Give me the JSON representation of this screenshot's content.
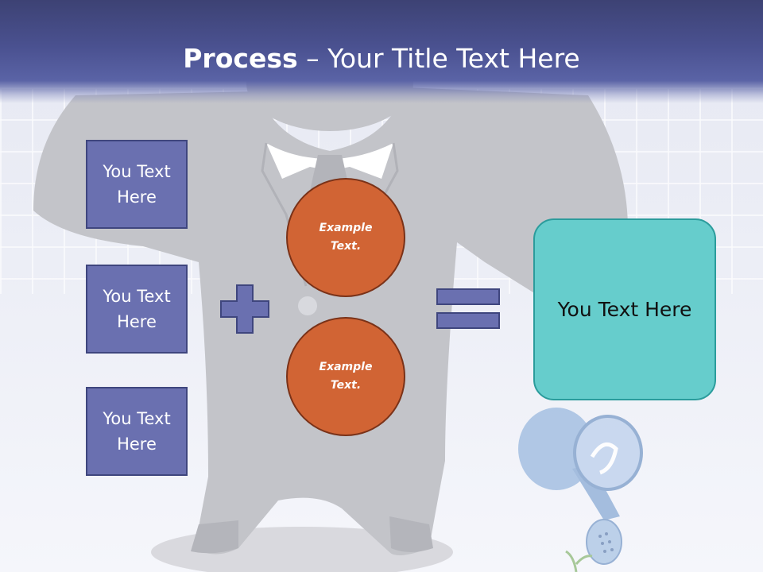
{
  "slide": {
    "title_bold": "Process",
    "title_rest": " – Your Title Text Here",
    "text_boxes": [
      "You Text Here",
      "You Text Here",
      "You Text Here"
    ],
    "circles": [
      "Example Text.",
      "Example Text."
    ],
    "result_box": "You Text Here",
    "operators": [
      "plus-icon",
      "equals-icon"
    ]
  },
  "colors": {
    "header": "#4a5190",
    "box_fill": "#6a70b0",
    "circle_fill": "#d16434",
    "result_fill": "#66cdcc",
    "operator_fill": "#6a70b0"
  }
}
